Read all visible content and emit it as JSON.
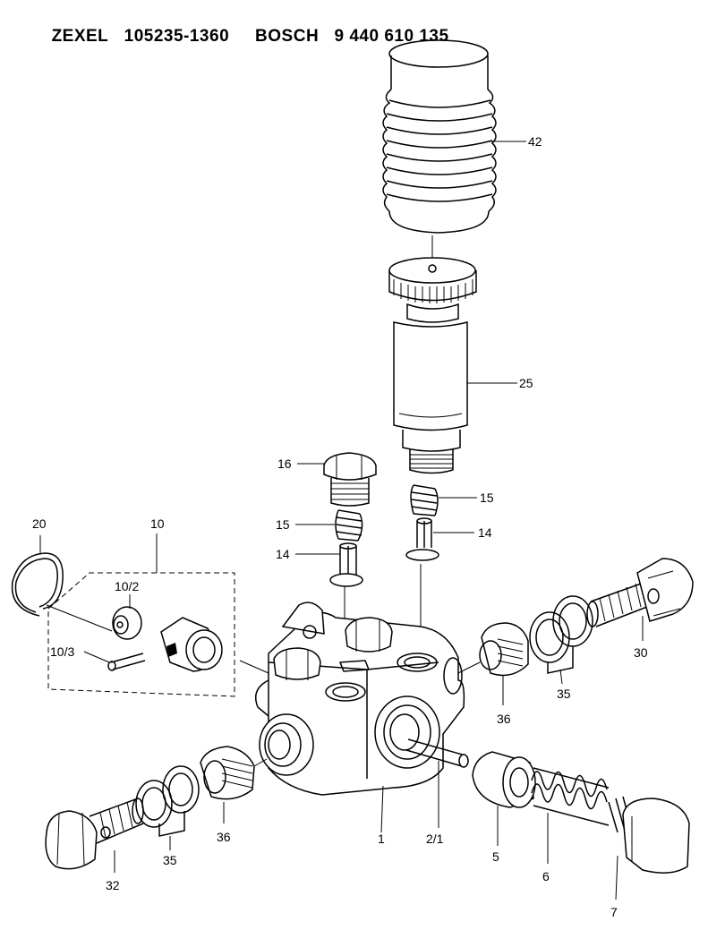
{
  "header": {
    "brand1": "ZEXEL",
    "partno1": "105235-1360",
    "brand2": "BOSCH",
    "partno2": "9 440 610 135"
  },
  "callouts": {
    "p42": "42",
    "p25": "25",
    "p16": "16",
    "p15a": "15",
    "p15b": "15",
    "p14a": "14",
    "p14b": "14",
    "p20": "20",
    "p10": "10",
    "p10_2": "10/2",
    "p10_3": "10/3",
    "p30": "30",
    "p35a": "35",
    "p36a": "36",
    "p1": "1",
    "p2_1": "2/1",
    "p5": "5",
    "p6": "6",
    "p7": "7",
    "p32": "32",
    "p35b": "35",
    "p36b": "36"
  }
}
